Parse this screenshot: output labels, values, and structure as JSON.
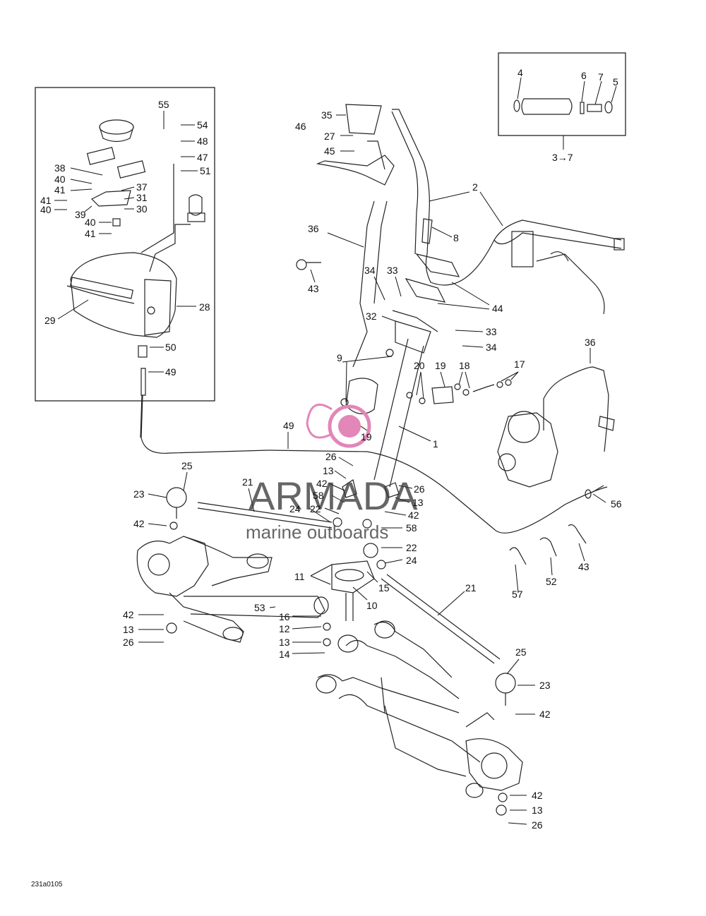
{
  "drawing_ref": "231a0105",
  "watermark": {
    "brand": "ARMADA",
    "tagline": "marine outboards",
    "logo_color": "#e287b7",
    "text_color": "#333333"
  },
  "inset_grip_label": "3→7",
  "callouts": [
    "55",
    "54",
    "48",
    "47",
    "51",
    "38",
    "40",
    "37",
    "41",
    "31",
    "41",
    "40",
    "39",
    "30",
    "40",
    "41",
    "28",
    "29",
    "50",
    "49",
    "4",
    "6",
    "7",
    "5",
    "35",
    "46",
    "27",
    "45",
    "2",
    "36",
    "8",
    "43",
    "34",
    "33",
    "44",
    "32",
    "33",
    "34",
    "9",
    "20",
    "19",
    "18",
    "17",
    "36",
    "1",
    "19",
    "49",
    "26",
    "13",
    "42",
    "26",
    "13",
    "42",
    "58",
    "58",
    "22",
    "24",
    "11",
    "15",
    "10",
    "16",
    "12",
    "13",
    "14",
    "53",
    "25",
    "23",
    "21",
    "24",
    "22",
    "42",
    "42",
    "13",
    "26",
    "56",
    "43",
    "52",
    "57",
    "21",
    "25",
    "23",
    "42",
    "42",
    "13",
    "26"
  ]
}
